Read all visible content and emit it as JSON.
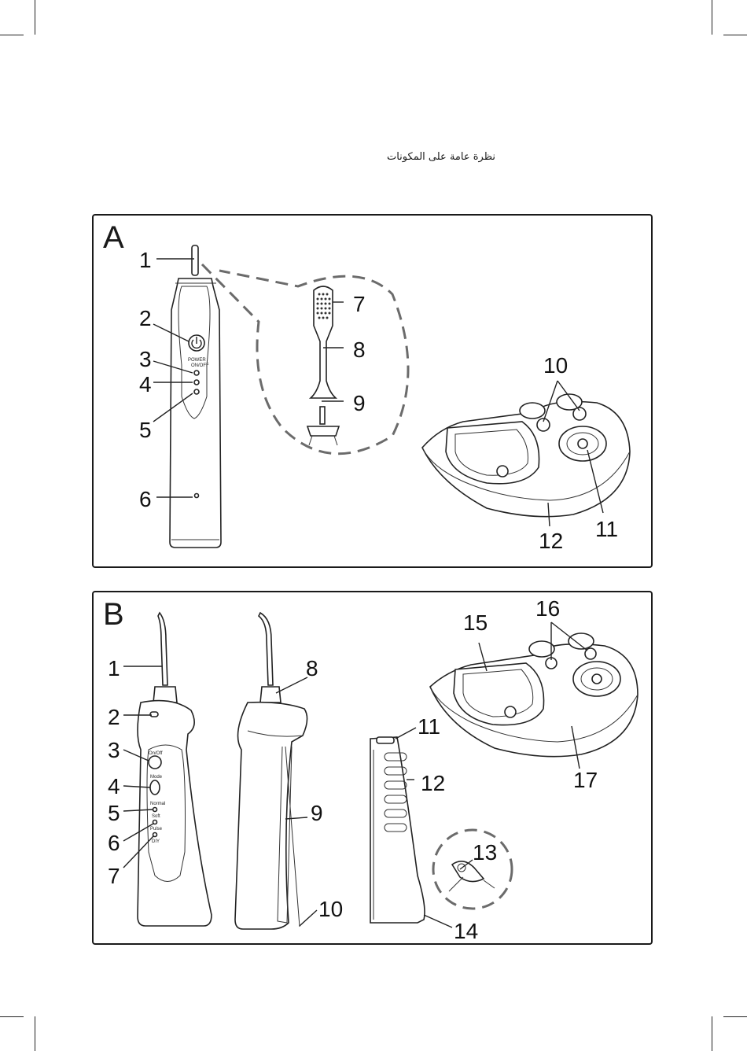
{
  "heading": "نظرة عامة على المكونات",
  "panel_a": {
    "letter": "A",
    "labels": [
      "1",
      "2",
      "3",
      "4",
      "5",
      "6",
      "7",
      "8",
      "9",
      "10",
      "11",
      "12"
    ],
    "device_power_text": "POWER",
    "device_power_sub": "ON/OFF"
  },
  "panel_b": {
    "letter": "B",
    "labels": [
      "1",
      "2",
      "3",
      "4",
      "5",
      "6",
      "7",
      "8",
      "9",
      "10",
      "11",
      "12",
      "13",
      "14",
      "15",
      "16",
      "17"
    ],
    "button_texts": [
      "On/Off",
      "Mode",
      "Normal",
      "Soft",
      "Pulse",
      "DIY"
    ]
  }
}
